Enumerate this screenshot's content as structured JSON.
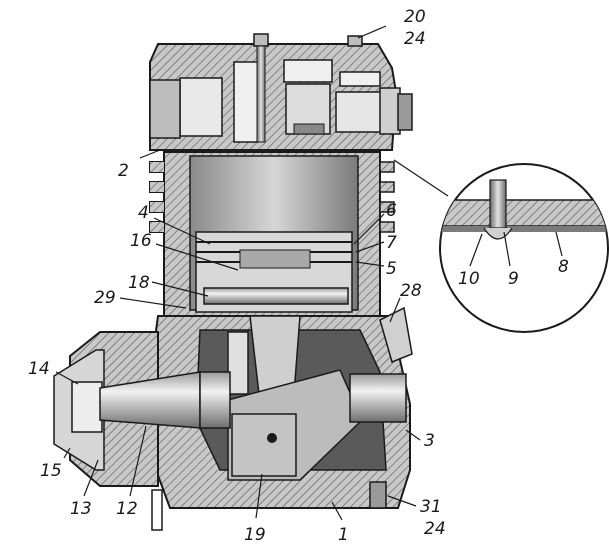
{
  "figure": {
    "background": "#ffffff",
    "ink": "#1a1a1a",
    "metal_fill": "#bdbdbd",
    "dark_fill": "#555555"
  },
  "callouts": {
    "c1": "1",
    "c2": "2",
    "c3": "3",
    "c4": "4",
    "c5": "5",
    "c6": "6",
    "c7": "7",
    "c8": "8",
    "c9": "9",
    "c10": "10",
    "c12": "12",
    "c13": "13",
    "c14": "14",
    "c15": "15",
    "c16": "16",
    "c18": "18",
    "c19": "19",
    "c20": "20",
    "c24_top": "24",
    "c28": "28",
    "c29": "29",
    "c31": "31",
    "c24_bottom": "24"
  }
}
